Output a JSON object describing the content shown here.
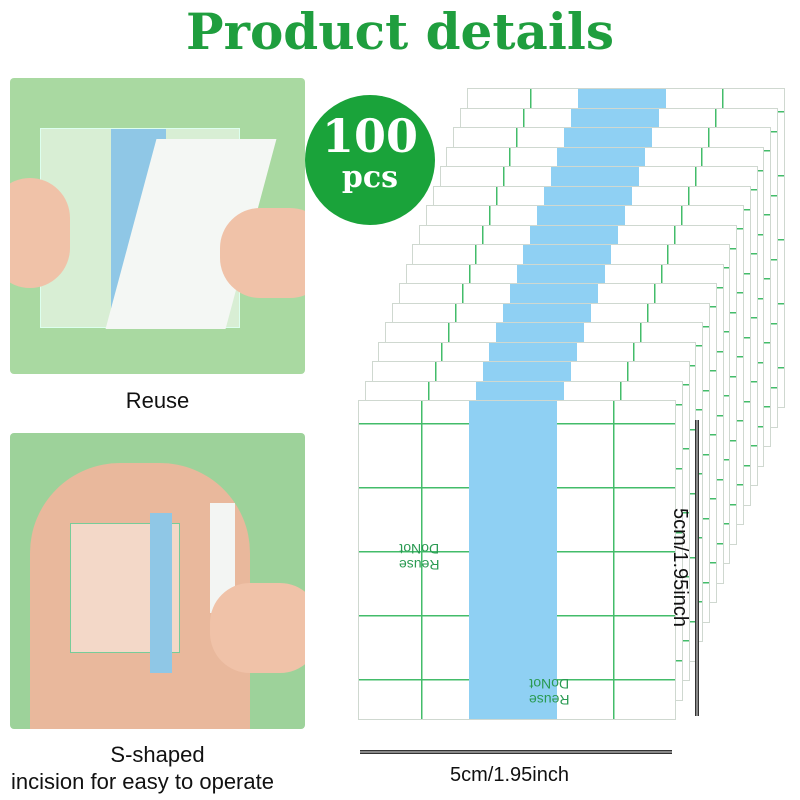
{
  "title": "Product details",
  "badge": {
    "count": "100",
    "unit": "pcs"
  },
  "panels": [
    {
      "caption": "Reuse"
    },
    {
      "caption_line1": "S-shaped",
      "caption_line2": "incision for easy to operate"
    }
  ],
  "patch_text": {
    "line1": "DoNot",
    "line2": "Reuse"
  },
  "dimensions": {
    "width": "5cm/1.95inch",
    "height": "5cm/1.95inch"
  },
  "colors": {
    "title": "#1f9e3e",
    "badge": "#1aa33a",
    "stripe": "#8fd0f3",
    "panel": "#a9d9a1"
  }
}
